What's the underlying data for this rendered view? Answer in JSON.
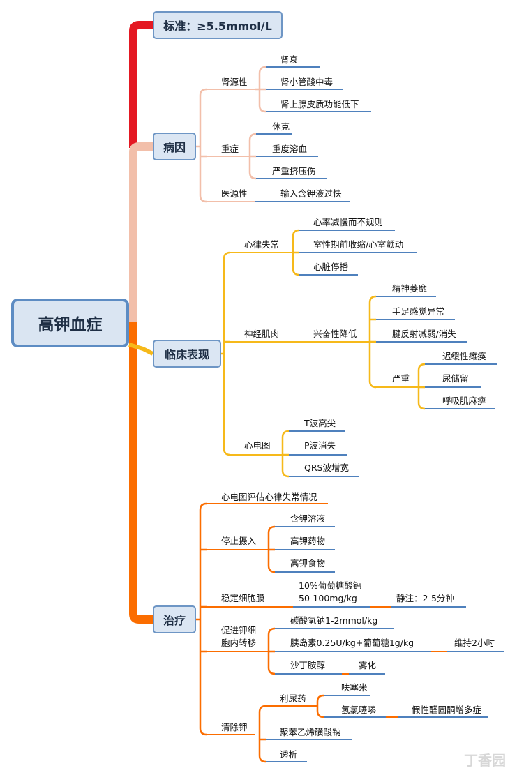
{
  "root": "高钾血症",
  "standard": "标准：≥5.5mmol/L",
  "cause": {
    "title": "病因",
    "renal": {
      "label": "肾源性",
      "items": [
        "肾衰",
        "肾小管酸中毒",
        "肾上腺皮质功能低下"
      ]
    },
    "severe": {
      "label": "重症",
      "items": [
        "休克",
        "重度溶血",
        "严重挤压伤"
      ]
    },
    "iatrogenic": {
      "label": "医源性",
      "item": "输入含钾液过快"
    }
  },
  "clinical": {
    "title": "临床表现",
    "arrhythmia": {
      "label": "心律失常",
      "items": [
        "心率减慢而不规则",
        "室性期前收缩/心室颤动",
        "心脏停播"
      ]
    },
    "neuromuscular": {
      "label": "神经肌肉",
      "sub": "兴奋性降低",
      "items": [
        "精神萎靡",
        "手足感觉异常",
        "腱反射减弱/消失"
      ],
      "severe": {
        "label": "严重",
        "items": [
          "迟缓性瘫痪",
          "尿储留",
          "呼吸肌麻痹"
        ]
      }
    },
    "ecg": {
      "label": "心电图",
      "items": [
        "T波高尖",
        "P波消失",
        "QRS波增宽"
      ]
    }
  },
  "treatment": {
    "title": "治疗",
    "assess": "心电图评估心律失常情况",
    "stop": {
      "label": "停止摄入",
      "items": [
        "含钾溶液",
        "高钾药物",
        "高钾食物"
      ]
    },
    "stabilize": {
      "label": "稳定细胞膜",
      "drug_line1": "10%葡萄糖酸钙",
      "drug_line2": "50-100mg/kg",
      "route": "静注：2-5分钟"
    },
    "shift": {
      "label_line1": "促进钾细",
      "label_line2": "胞内转移",
      "bicarb": "碳酸氢钠1-2mmol/kg",
      "insulin": "胰岛素0.25U/kg+葡萄糖1g/kg",
      "insulin_duration": "维持2小时",
      "salbutamol": "沙丁胺醇",
      "salbutamol_route": "雾化"
    },
    "remove": {
      "label": "清除钾",
      "diuretic": {
        "label": "利尿药",
        "items": [
          "呋塞米",
          "氢氯噻嗪"
        ],
        "side_effect": "假性醛固酮增多症"
      },
      "resin": "聚苯乙烯磺酸钠",
      "dialysis": "透析"
    }
  },
  "watermark": "丁香园",
  "colors": {
    "standard_branch": "#e41822",
    "cause_branch": "#f2bfaa",
    "clinical_branch": "#f6b91a",
    "treatment_branch": "#fb6d00",
    "underline": "#4f81bd",
    "box_fill": "#dbe6f3",
    "box_border": "#6e96c5"
  }
}
